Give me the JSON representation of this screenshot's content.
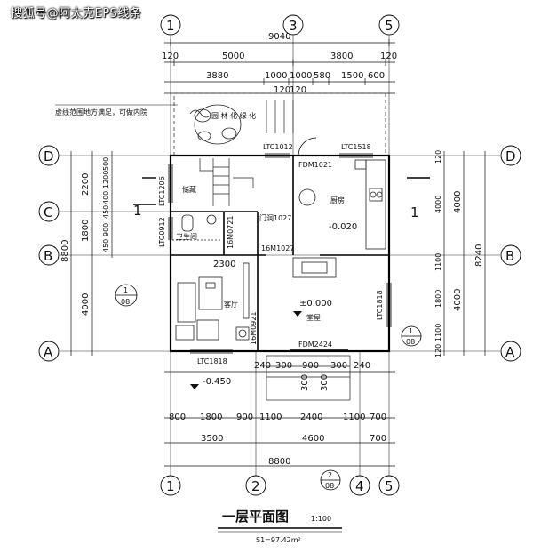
{
  "watermark": "搜狐号@阿太克EPS线条",
  "axes": {
    "top": [
      "1",
      "3",
      "5"
    ],
    "bottom": [
      "1",
      "2",
      "4",
      "5"
    ],
    "left": [
      "D",
      "C",
      "B",
      "A"
    ],
    "right": [
      "D",
      "B",
      "A"
    ]
  },
  "dims_top": {
    "overall": "9040",
    "row2": [
      "120",
      "5000",
      "3800",
      "120"
    ],
    "row3": [
      "3880",
      "1000",
      "1000",
      "580",
      "1500",
      "600"
    ],
    "row4": "120",
    "row4b": "120"
  },
  "dims_bottom": {
    "row1": [
      "240",
      "300",
      "900",
      "300",
      "240"
    ],
    "row2": [
      "800",
      "1800",
      "900",
      "1100",
      "2400",
      "1100",
      "700"
    ],
    "row3": [
      "3500",
      "4600",
      "700"
    ],
    "overall": "8800"
  },
  "dims_left": {
    "overall": "8800",
    "segs": [
      "2200",
      "1800",
      "4000"
    ],
    "fine": [
      "500",
      "1200",
      "400",
      "450",
      "900",
      "450"
    ]
  },
  "dims_right": {
    "overall": "8240",
    "segs": [
      "4000",
      "4000"
    ],
    "fine": [
      "120",
      "4000",
      "1100",
      "1800",
      "1100",
      "120"
    ]
  },
  "rooms": {
    "storage": "储藏",
    "bath": "卫生间",
    "kitchen": "厨房",
    "living": "客厅",
    "hall": "堂屋",
    "garden": "园 林 化 绿 化"
  },
  "annotations": {
    "note": "虚线范围地方满足，可做内院",
    "elev_hall": "±0.000",
    "elev_kitchen": "-0.020",
    "elev_outside": "-0.450",
    "section_mark": "1",
    "detail_ref": "1",
    "detail_sheet": "08",
    "detail_ref2": "2",
    "dim_2300": "2300",
    "dim_300": "300",
    "dim_300b": "300"
  },
  "openings": {
    "ltc1012": "LTC1012",
    "ltc1518": "LTC1518",
    "fdm1021": "FDM1021",
    "ltc1206": "LTC1206",
    "m1027": "门洞1027",
    "ltc0912": "LTC0912",
    "m0721": "16M0721",
    "m1027b": "16M1027",
    "m0921": "16M0921",
    "ltc1818r": "LTC1818",
    "ltc1818b": "LTC1818",
    "ltc0921": "16M0921",
    "fdm2424": "FDM2424"
  },
  "title": "一层平面图",
  "scale": "1:100",
  "area": "S1=97.42m²"
}
